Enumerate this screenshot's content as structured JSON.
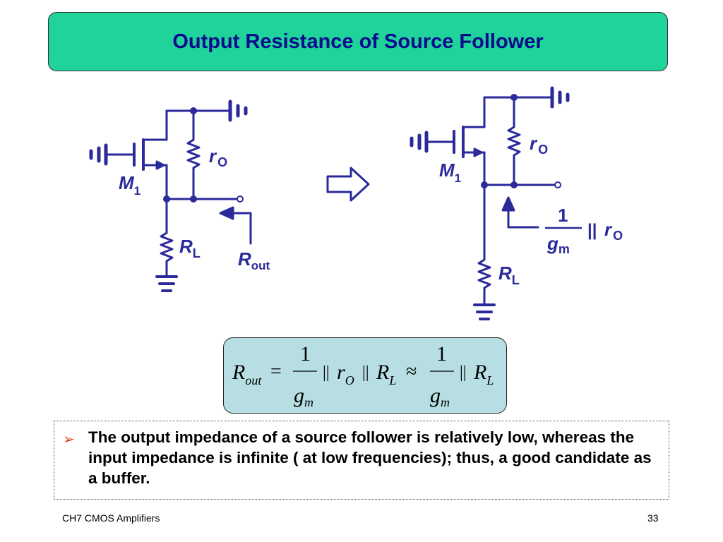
{
  "slide": {
    "title": "Output Resistance of Source Follower",
    "footer_left": "CH7 CMOS Amplifiers",
    "page_number": "33"
  },
  "circuit_left": {
    "transistor_label": "M",
    "transistor_sub": "1",
    "ro_label": "r",
    "ro_sub": "O",
    "rl_label": "R",
    "rl_sub": "L",
    "rout_label": "R",
    "rout_sub": "out"
  },
  "circuit_right": {
    "transistor_label": "M",
    "transistor_sub": "1",
    "ro_label": "r",
    "ro_sub": "O",
    "rl_label": "R",
    "rl_sub": "L",
    "frac_num": "1",
    "frac_den": "g",
    "frac_den_sub": "m",
    "parallel": "||",
    "par_r": "r",
    "par_r_sub": "O"
  },
  "formula": {
    "lhs": "R",
    "lhs_sub": "out",
    "equals": "=",
    "num1": "1",
    "den1": "g",
    "den1_sub": "m",
    "par1": "||",
    "r": "r",
    "r_sub": "O",
    "par2": "||",
    "rl": "R",
    "rl_sub": "L",
    "approx": "≈",
    "num2": "1",
    "den2": "g",
    "den2_sub": "m",
    "par3": "||",
    "rl2": "R",
    "rl2_sub": "L"
  },
  "note": {
    "bullet": "➢",
    "text": "The output impedance of a source follower is relatively low, whereas the input impedance is infinite ( at low frequencies); thus, a good candidate as a buffer."
  },
  "colors": {
    "title_bg": "#1fd39a",
    "title_text": "#0a0a8c",
    "circuit": "#2a2a9a",
    "formula_bg": "#b7dfe3",
    "bullet": "#d63b14"
  }
}
